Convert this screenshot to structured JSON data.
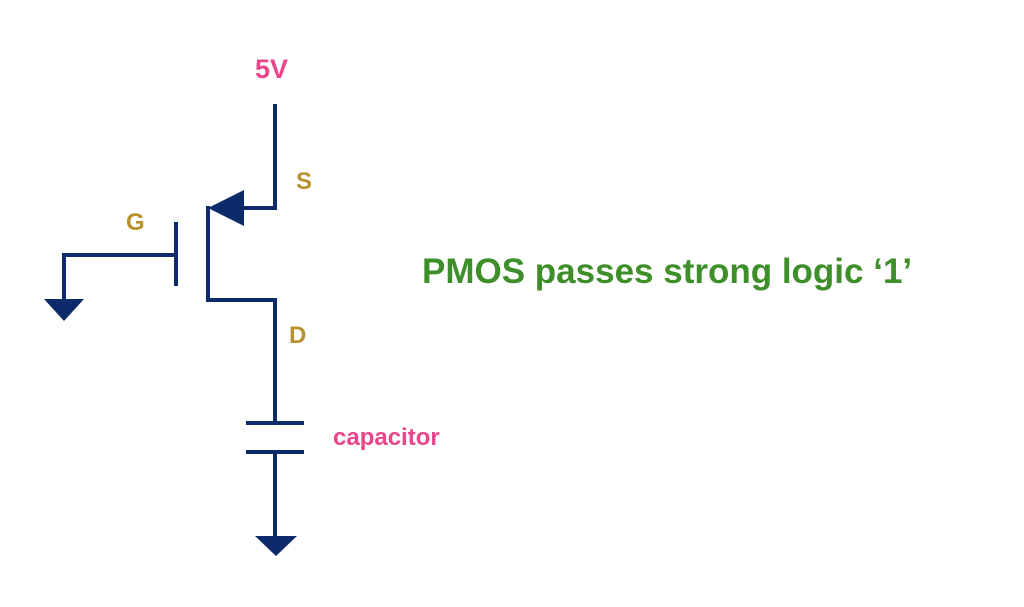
{
  "labels": {
    "supply": "5V",
    "source": "S",
    "gate": "G",
    "drain": "D",
    "capacitor": "capacitor"
  },
  "caption": "PMOS passes strong logic ‘1’",
  "colors": {
    "wire": "#0d2a6b",
    "terminal_label": "#b8912f",
    "supply_label": "#e8458b",
    "capacitor_label": "#e8458b",
    "caption": "#3e8e2a",
    "background": "#ffffff"
  }
}
